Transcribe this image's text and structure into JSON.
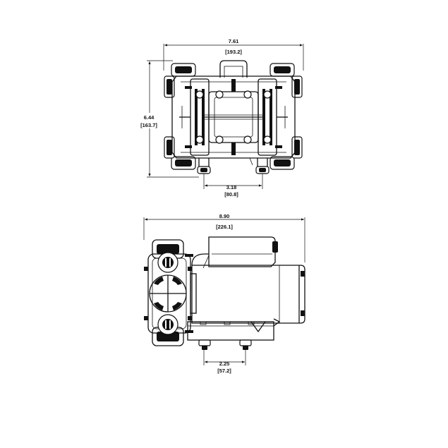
{
  "dimensions": {
    "top_width": {
      "inches": "7.61",
      "mm": "[193.2]"
    },
    "top_height": {
      "inches": "6.44",
      "mm": "[163.7]"
    },
    "top_ports": {
      "inches": "3.18",
      "mm": "[80.8]"
    },
    "side_length": {
      "inches": "8.90",
      "mm": "[226.1]"
    },
    "side_ports": {
      "inches": "2.25",
      "mm": "[57.2]"
    }
  },
  "colors": {
    "line": "#111111",
    "background": "#ffffff"
  }
}
